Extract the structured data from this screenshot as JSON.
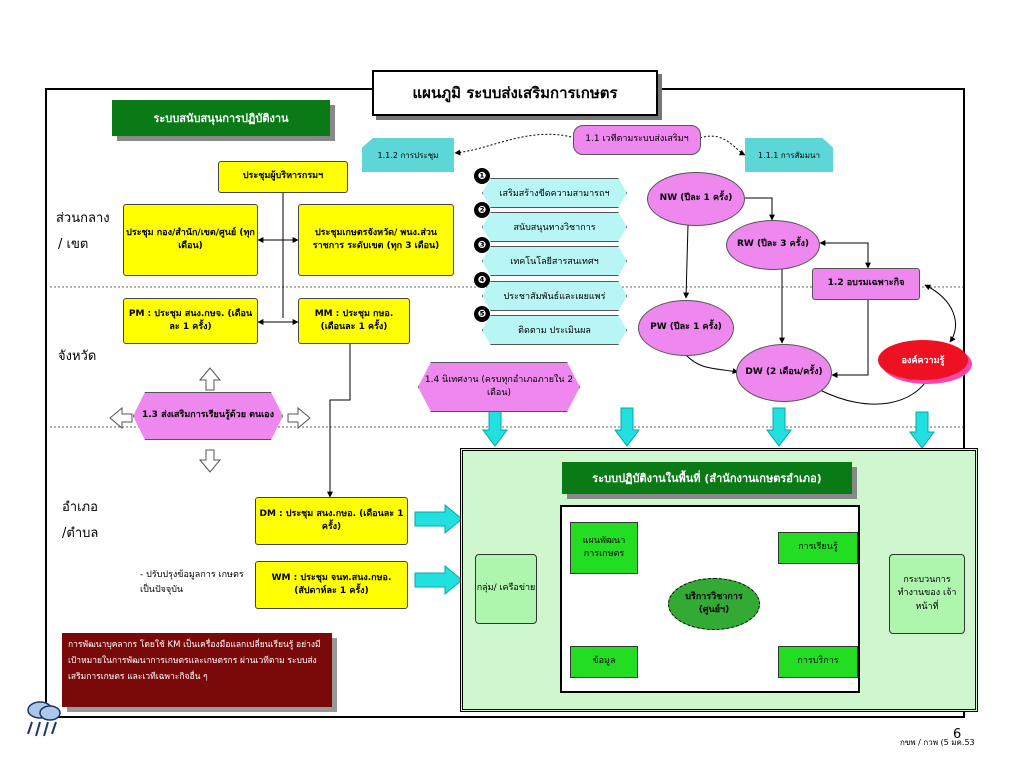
{
  "title": "แผนภูมิ ระบบส่งเสริมการเกษตร",
  "support_banner": "ระบบสนับสนุนการปฏิบัติงาน",
  "level_labels": {
    "central_1": "ส่วนกลาง",
    "central_2": "/ เขต",
    "province": "จังหวัด",
    "district_1": "อำเภอ",
    "district_2": "/ตำบล"
  },
  "meetings": {
    "exec": "ประชุมผู้บริหารกรมฯ",
    "division": "ประชุม กอง/สำนัก/เขต/ศูนย์ (ทุกเดือน)",
    "provincial_ag": "ประชุมเกษตรจังหวัด/ พนง.ส่วนราชการ ระดับเขต (ทุก 3 เดือน)",
    "pm": "PM : ประชุม สนง.กษจ. (เดือนละ 1 ครั้ง)",
    "mm": "MM : ประชุม กษอ. (เดือนละ 1 ครั้ง)",
    "dm": "DM : ประชุม สนง.กษอ. (เดือนละ 1 ครั้ง)",
    "wm": "WM : ประชุม จนท.สนง.กษอ. (สัปดาห์ละ 1 ครั้ง)"
  },
  "update_note": "- ปรับปรุงข้อมูลการ เกษตร เป็นปัจจุบัน",
  "cyan_left": "1.1.2 การประชุม",
  "cyan_right": "1.1.1 การสัมมนา",
  "pink_top": "1.1 เวทีตามระบบส่งเสริมฯ",
  "numbered": [
    {
      "n": "❶",
      "label": "เสริมสร้างขีดความสามารถฯ"
    },
    {
      "n": "❷",
      "label": "สนับสนุนทางวิชาการ"
    },
    {
      "n": "❸",
      "label": "เทคโนโลยีสารสนเทศฯ"
    },
    {
      "n": "❹",
      "label": "ประชาสัมพันธ์และเผยแพร่"
    },
    {
      "n": "❺",
      "label": "ติดตาม ประเมินผล"
    }
  ],
  "ovals": {
    "nw": "NW (ปีละ 1 ครั้ง)",
    "rw": "RW (ปีละ 3 ครั้ง)",
    "pw": "PW (ปีละ 1 ครั้ง)",
    "dw": "DW (2 เดือน/ครั้ง)"
  },
  "training": "1.2 อบรมเฉพาะกิจ",
  "knowledge_org": "องค์ความรู้",
  "self_learning": "1.3 ส่งเสริมการเรียนรู้ด้วย ตนเอง",
  "supervision": "1.4 นิเทศงาน (ครบทุกอำเภอภายใน 2 เดือน)",
  "ops_banner": "ระบบปฏิบัติงานในพื้นที่ (สำนักงานเกษตรอำเภอ)",
  "ops": {
    "groups": "กลุ่ม/ เครือข่าย",
    "plan": "แผนพัฒนา การเกษตร",
    "learning": "การเรียนรู้",
    "center": "บริการวิชาการ (ศูนย์ฯ)",
    "data": "ข้อมูล",
    "service": "การบริการ",
    "process": "กระบวนการ ทำงานของ เจ้าหน้าที่"
  },
  "km_note": "การพัฒนาบุคลากร โดยใช้ KM เป็นเครื่องมือแลกเปลี่ยนเรียนรู้ อย่างมีเป้าหมายในการพัฒนาการเกษตรและเกษตรกร ผ่านเวทีตาม ระบบส่งเสริมการเกษตร และเวทีเฉพาะกิจอื่น ๆ",
  "footer_code": "กขพ / กวพ (5 มค.53",
  "page_number": "6",
  "colors": {
    "green": "#0a7a16",
    "yellow": "#ffff00",
    "pink": "#ee88ee",
    "cyan": "#5cd6d6",
    "maroon": "#7a0a0a",
    "red": "#ee1122"
  }
}
